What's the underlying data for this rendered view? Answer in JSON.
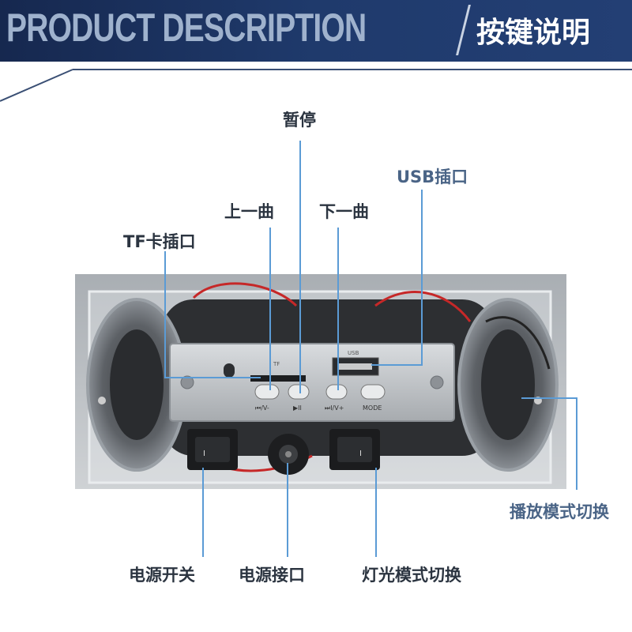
{
  "header": {
    "title": "PRODUCT DESCRIPTION",
    "subtitle": "按键说明"
  },
  "labels": {
    "pause": "暂停",
    "usb_port": "USB插口",
    "previous": "上一曲",
    "next": "下一曲",
    "tf_slot": "TF卡插口",
    "play_mode": "播放模式切换",
    "power_switch": "电源开关",
    "power_jack": "电源接口",
    "light_mode": "灯光模式切换"
  },
  "board": {
    "tf_marking": "TF",
    "usb_marking": "USB",
    "btn_prev": "⏮/V-",
    "btn_play": "▶II",
    "btn_next": "⏭I/V+",
    "btn_mode": "MODE",
    "switch_mark": "I"
  },
  "colors": {
    "banner": "#1f3a6c",
    "leader_line": "#5b9bd5",
    "label_text": "#2b3440"
  }
}
